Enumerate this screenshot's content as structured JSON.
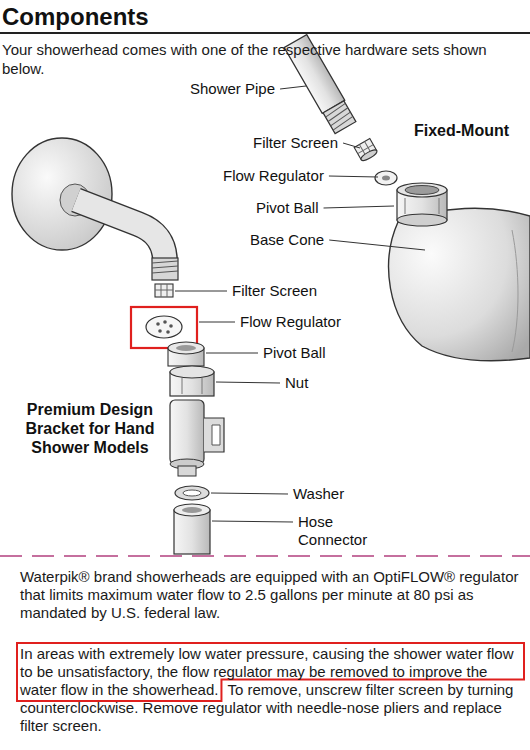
{
  "diagram": {
    "title": "Components",
    "nodes": [
      {
        "text": [
          "In areas with extremely low water pressure, causing the shower water flow to be unsatisfactory, the flow regulator may be removed to improve the water flow in the showerhead."
        ]
      }
    ],
    "labels": [
      "Your showerhead comes with one of the respective hardware sets shown below.",
      "Shower Pipe",
      "Filter Screen",
      "Fixed-Mount",
      "Flow Regulator",
      "Pivot Ball",
      "Base Cone",
      "Filter Screen",
      "Flow Regulator",
      "Pivot Ball",
      "Nut",
      "Premium Design Bracket for Hand Shower Models",
      "Washer",
      "Hose Connector",
      "Waterpik® brand showerheads are equipped with an OptiFLOW® regulator that limits maximum water flow to 2.5 gallons per minute at 80 psi as mandated by U.S. federal law.",
      "To remove, unscrew filter screen by turning counterclockwise. Remove regulator with needle-nose pliers and replace filter screen."
    ]
  }
}
